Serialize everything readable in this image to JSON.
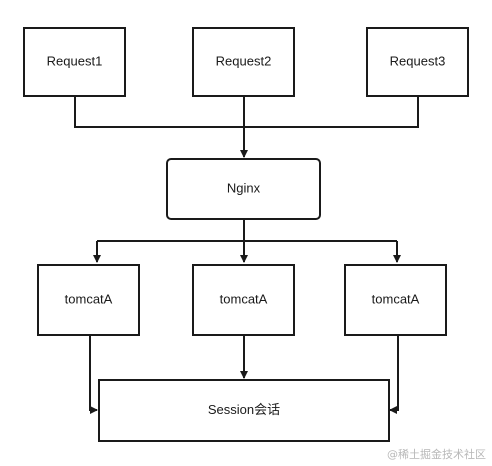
{
  "nodes": {
    "request1": "Request1",
    "request2": "Request2",
    "request3": "Request3",
    "nginx": "Nginx",
    "tomcat1": "tomcatA",
    "tomcat2": "tomcatA",
    "tomcat3": "tomcatA",
    "session": "Session会话"
  },
  "watermark": "@稀土掘金技术社区",
  "colors": {
    "stroke": "#1a1a1a",
    "background": "#ffffff",
    "watermark": "#b8b8b8"
  }
}
